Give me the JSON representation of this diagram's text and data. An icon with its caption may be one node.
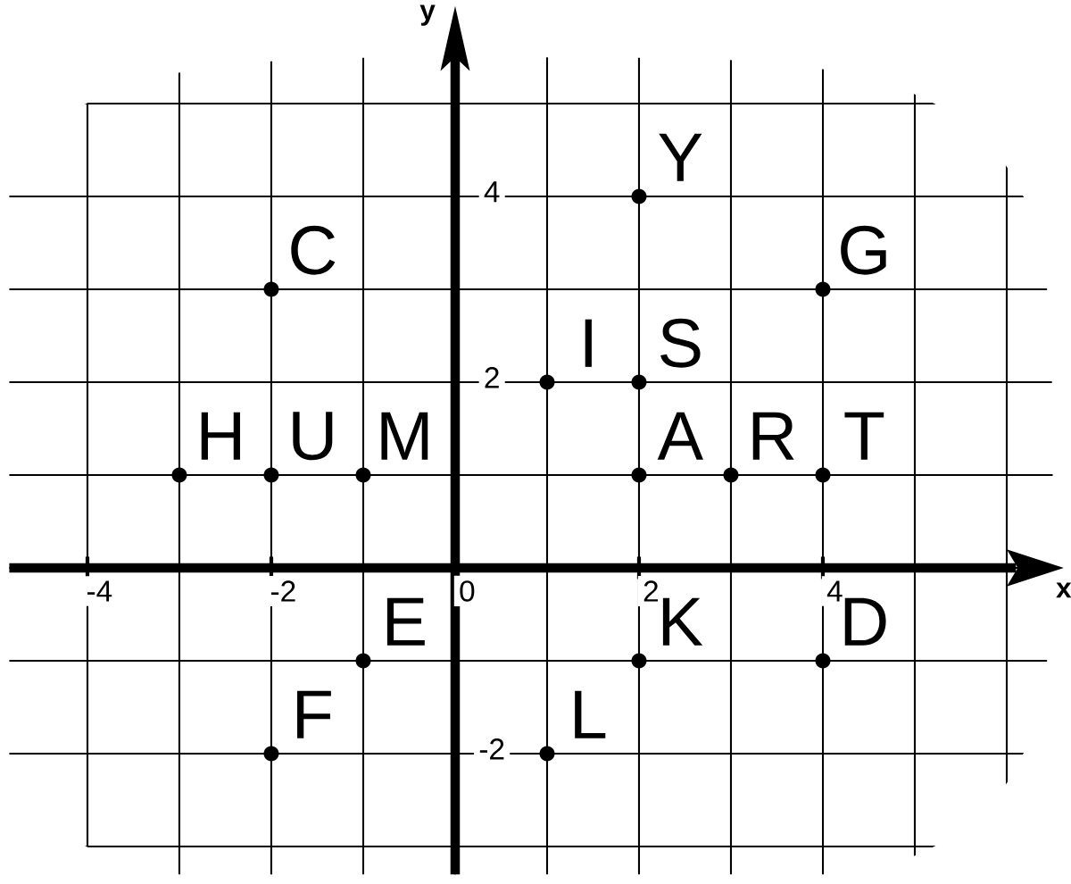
{
  "diagram": {
    "chart_data": {
      "type": "scatter",
      "xlabel": "x",
      "ylabel": "y",
      "xlim": [
        -4.85,
        6.62
      ],
      "ylim": [
        -3.3,
        6.05
      ],
      "grid": true,
      "xticks": [
        -4,
        -2,
        0,
        2,
        4
      ],
      "yticks": [
        -2,
        2,
        4
      ],
      "x": [
        2,
        -2,
        4,
        1,
        2,
        -3,
        -2,
        -1,
        2,
        3,
        4,
        -1,
        2,
        4,
        -2,
        1
      ],
      "values": [
        4,
        3,
        3,
        2,
        2,
        1,
        1,
        1,
        1,
        1,
        1,
        -1,
        -1,
        -1,
        -2,
        -2
      ],
      "annotations": [
        {
          "text": "Y",
          "x": 2,
          "y": 4
        },
        {
          "text": "C",
          "x": -2,
          "y": 3
        },
        {
          "text": "G",
          "x": 4,
          "y": 3
        },
        {
          "text": "I",
          "x": 1,
          "y": 2
        },
        {
          "text": "S",
          "x": 2,
          "y": 2
        },
        {
          "text": "H",
          "x": -3,
          "y": 1
        },
        {
          "text": "U",
          "x": -2,
          "y": 1
        },
        {
          "text": "M",
          "x": -1,
          "y": 1
        },
        {
          "text": "A",
          "x": 2,
          "y": 1
        },
        {
          "text": "R",
          "x": 3,
          "y": 1
        },
        {
          "text": "T",
          "x": 4,
          "y": 1
        },
        {
          "text": "E",
          "x": -1,
          "y": -1
        },
        {
          "text": "K",
          "x": 2,
          "y": -1
        },
        {
          "text": "D",
          "x": 4,
          "y": -1
        },
        {
          "text": "F",
          "x": -2,
          "y": -2
        },
        {
          "text": "L",
          "x": 1,
          "y": -2
        }
      ]
    }
  }
}
